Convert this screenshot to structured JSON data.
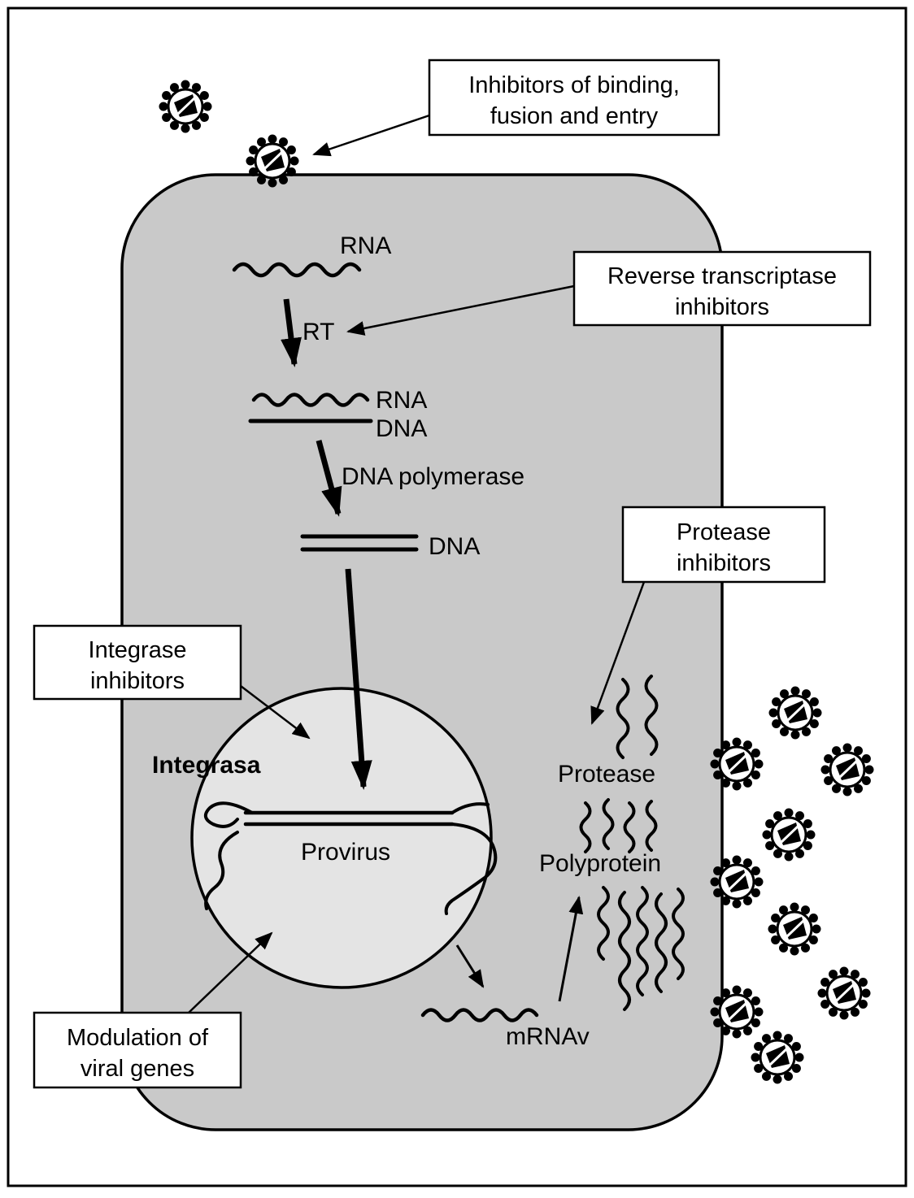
{
  "diagram": {
    "callouts": {
      "binding": {
        "line1": "Inhibitors of binding,",
        "line2": "fusion and entry"
      },
      "reverse_transcriptase": {
        "line1": "Reverse transcriptase",
        "line2": "inhibitors"
      },
      "protease": {
        "line1": "Protease",
        "line2": "inhibitors"
      },
      "integrase": {
        "line1": "Integrase",
        "line2": "inhibitors"
      },
      "modulation": {
        "line1": "Modulation of",
        "line2": "viral genes"
      }
    },
    "labels": {
      "rna_top": "RNA",
      "rt": "RT",
      "rna_hybrid": "RNA",
      "dna_hybrid": "DNA",
      "dna_polymerase": "DNA polymerase",
      "dna": "DNA",
      "integrasa": "Integrasa",
      "provirus": "Provirus",
      "mrnav": "mRNAv",
      "protease": "Protease",
      "polyprotein": "Polyprotein"
    },
    "colors": {
      "cell": "#c9c9c9",
      "nucleus": "#e4e4e4",
      "box_bg": "#ffffff",
      "line": "#000000"
    }
  }
}
